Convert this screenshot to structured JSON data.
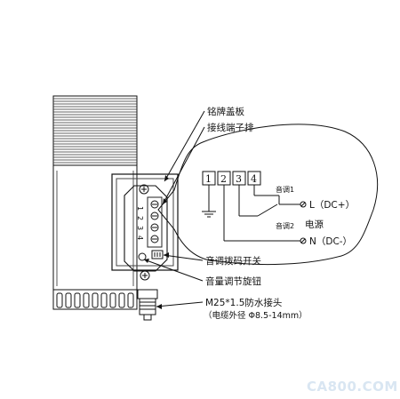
{
  "callouts": {
    "nameplate_cover": "铭牌盖板",
    "terminal_block": "接线端子排",
    "tone_dip_switch": "音调拨码开关",
    "volume_knob": "音量调节旋钮",
    "gland_line1": "M25*1.5防水接头",
    "gland_line2": "（电缆外径 Φ8.5-14mm）"
  },
  "terminal_numbers": [
    "1",
    "2",
    "3",
    "4"
  ],
  "internal_numbers": [
    "1",
    "2",
    "3",
    "4"
  ],
  "wiring": {
    "tone1": "音调1",
    "tone2": "音调2",
    "power": "电源",
    "l_label": "L（DC+）",
    "n_label": "N（DC-）"
  },
  "watermark": "CA800.COM"
}
